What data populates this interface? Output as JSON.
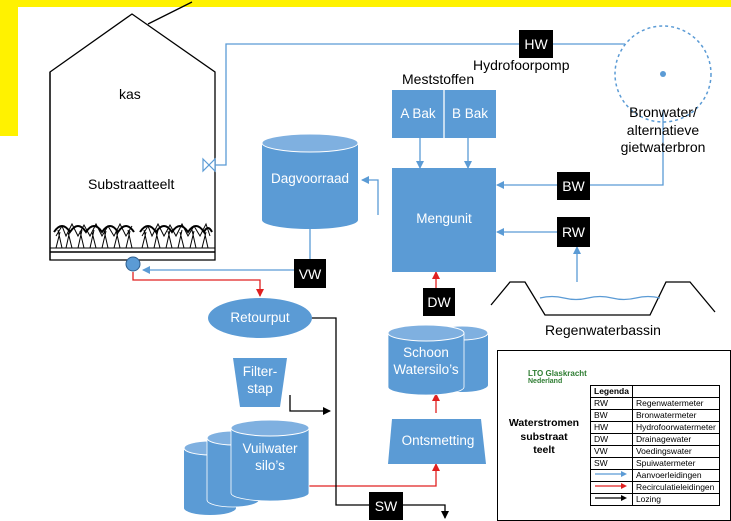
{
  "greenhouse": {
    "title": "kas",
    "label": "Substraatteelt"
  },
  "badges": {
    "hw": "HW",
    "bw": "BW",
    "rw": "RW",
    "vw": "VW",
    "dw": "DW",
    "sw": "SW"
  },
  "labels": {
    "hydrofoorpomp": "Hydrofoorpomp",
    "meststoffen": "Meststoffen",
    "a_bak": "A Bak",
    "b_bak": "B Bak",
    "dagvoorraad": "Dagvoorraad",
    "mengunit": "Mengunit",
    "bronwater_1": "Bronwater/",
    "bronwater_2": "alternatieve",
    "bronwater_3": "gietwaterbron",
    "regenwaterbassin": "Regenwaterbassin",
    "retourput": "Retourput",
    "filter_1": "Filter-",
    "filter_2": "stap",
    "vuilwater_1": "Vuilwater",
    "vuilwater_2": "silo’s",
    "schoon_1": "Schoon",
    "schoon_2": "Watersilo’s",
    "ontsmetting": "Ontsmetting"
  },
  "legend": {
    "logo_line1": "LTO Glaskracht",
    "logo_line2": "Nederland",
    "title_1": "Waterstromen",
    "title_2": "substraat",
    "title_3": "teelt",
    "header": "Legenda",
    "rows": [
      {
        "code": "RW",
        "desc": "Regenwatermeter"
      },
      {
        "code": "BW",
        "desc": "Bronwatermeter"
      },
      {
        "code": "HW",
        "desc": "Hydrofoorwatermeter"
      },
      {
        "code": "DW",
        "desc": "Drainagewater"
      },
      {
        "code": "VW",
        "desc": "Voedingswater"
      },
      {
        "code": "SW",
        "desc": "Spuiwatermeter"
      }
    ],
    "lines": [
      {
        "desc": "Aanvoerleidingen",
        "color": "#5b9bd5"
      },
      {
        "desc": "Recirculatieleidingen",
        "color": "#e02020"
      },
      {
        "desc": "Lozing",
        "color": "#000000"
      }
    ]
  },
  "colors": {
    "shape": "#5b9bd5",
    "supply": "#5b9bd5",
    "recirc": "#e02020",
    "drain": "#000000",
    "accent": "#fff200",
    "badge": "#000000"
  }
}
